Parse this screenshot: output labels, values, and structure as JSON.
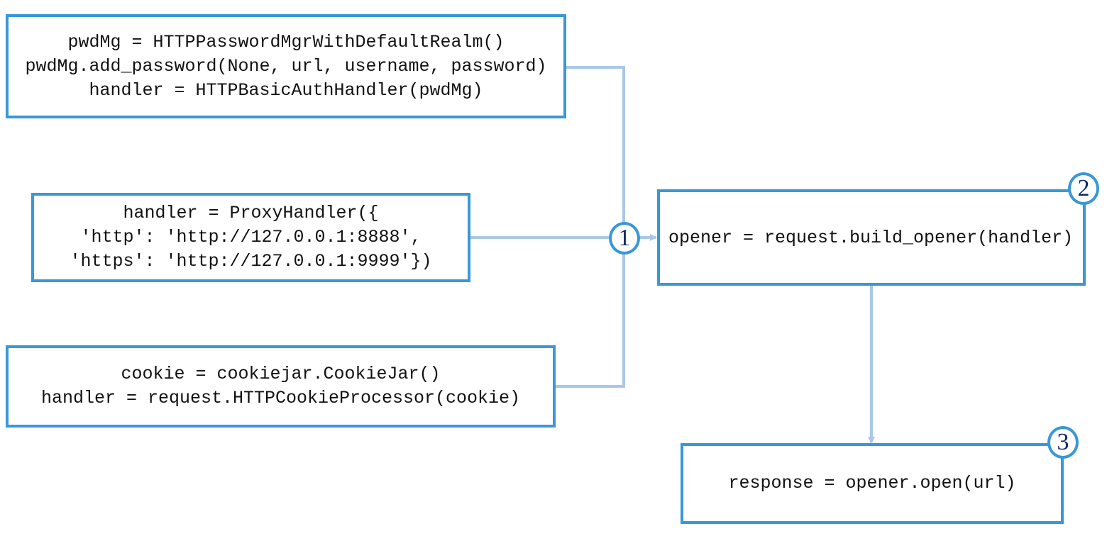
{
  "colors": {
    "box_border": "#3a97d8",
    "connector": "#a9c8e8",
    "badge_text": "#0f2a66"
  },
  "boxes": {
    "password_auth": {
      "lines": [
        "pwdMg = HTTPPasswordMgrWithDefaultRealm()",
        "pwdMg.add_password(None, url, username, password)",
        "handler = HTTPBasicAuthHandler(pwdMg)"
      ]
    },
    "proxy": {
      "lines": [
        "handler = ProxyHandler({",
        "'http': 'http://127.0.0.1:8888',",
        "'https': 'http://127.0.0.1:9999'})"
      ]
    },
    "cookie": {
      "lines": [
        "cookie = cookiejar.CookieJar()",
        "handler = request.HTTPCookieProcessor(cookie)"
      ]
    },
    "opener": {
      "lines": [
        "opener = request.build_opener(handler)"
      ]
    },
    "response": {
      "lines": [
        "response = opener.open(url)"
      ]
    }
  },
  "badges": {
    "step1": "1",
    "step2": "2",
    "step3": "3"
  }
}
